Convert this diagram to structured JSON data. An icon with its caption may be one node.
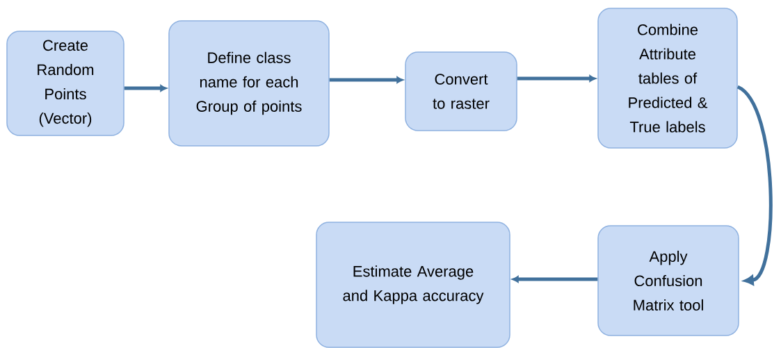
{
  "diagram": {
    "nodes": [
      {
        "text": [
          "Create Random Points (Vector)"
        ]
      },
      {
        "text": [
          "Define class name for each Group of points"
        ]
      },
      {
        "text": [
          "Convert to raster"
        ]
      },
      {
        "text": [
          "Combine Attribute tables of Predicted & True labels"
        ]
      },
      {
        "text": [
          "Apply Confusion Matrix tool"
        ]
      },
      {
        "text": [
          "Estimate Average and Kappa accuracy"
        ]
      }
    ],
    "edges": [
      {
        "from": 0,
        "to": 1,
        "arrow": "to"
      },
      {
        "from": 1,
        "to": 2,
        "arrow": "to"
      },
      {
        "from": 2,
        "to": 3,
        "arrow": "to"
      },
      {
        "from": 3,
        "to": 4,
        "arrow": "to"
      },
      {
        "from": 4,
        "to": 5,
        "arrow": "to"
      }
    ]
  }
}
